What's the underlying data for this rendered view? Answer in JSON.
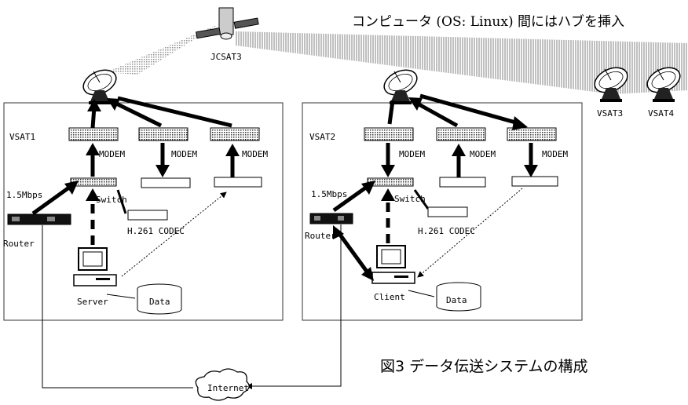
{
  "header_note": "コンピュータ (OS: Linux) 間にはハブを挿入",
  "figure_caption": "図3 データ伝送システムの構成",
  "satellite": {
    "label": "JCSAT3"
  },
  "sites": [
    {
      "vsat_label": "VSAT1",
      "rate_label": "1.5Mbps",
      "switch_label": "Switch",
      "codec_label": "H.261 CODEC",
      "router_label": "Router",
      "computer_label": "Server",
      "data_label": "Data"
    },
    {
      "vsat_label": "VSAT2",
      "rate_label": "1.5Mbps",
      "switch_label": "Switch",
      "codec_label": "H.261 CODEC",
      "router_label": "Router",
      "computer_label": "Client",
      "data_label": "Data"
    }
  ],
  "modem_label": "MODEM",
  "remote_stations": [
    "VSAT3",
    "VSAT4"
  ],
  "internet_label": "Internet"
}
